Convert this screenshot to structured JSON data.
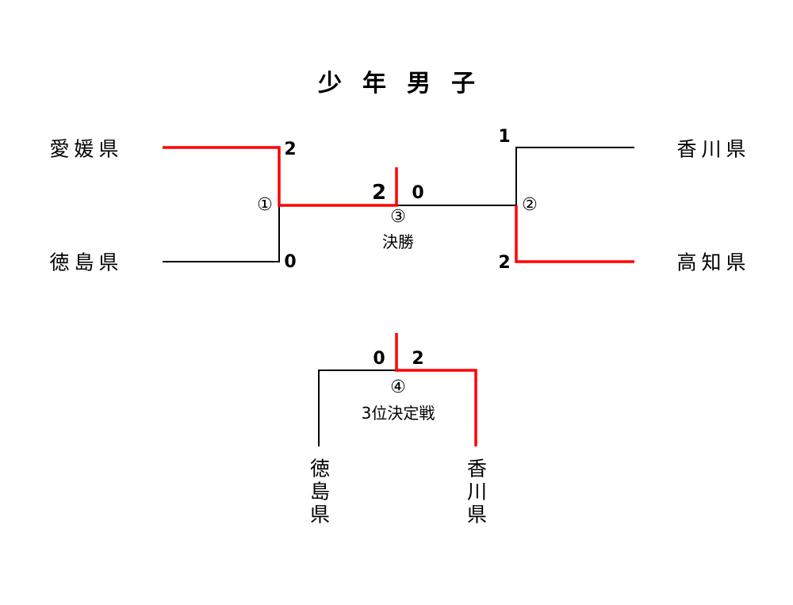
{
  "title": "少年男子",
  "colors": {
    "winner": "#ff0000",
    "line": "#000000"
  },
  "teams": {
    "left_top": "愛媛県",
    "left_bottom": "徳島県",
    "right_top": "香川県",
    "right_bottom": "高知県",
    "third_left": "徳島県",
    "third_right": "香川県"
  },
  "matches": [
    {
      "number": "①",
      "label": "",
      "score_top": "2",
      "score_bottom": "0"
    },
    {
      "number": "②",
      "label": "",
      "score_top": "1",
      "score_bottom": "2"
    },
    {
      "number": "③",
      "label": "決勝",
      "score_left": "2",
      "score_right": "0"
    },
    {
      "number": "④",
      "label": "3位決定戦",
      "score_left": "0",
      "score_right": "2"
    }
  ]
}
